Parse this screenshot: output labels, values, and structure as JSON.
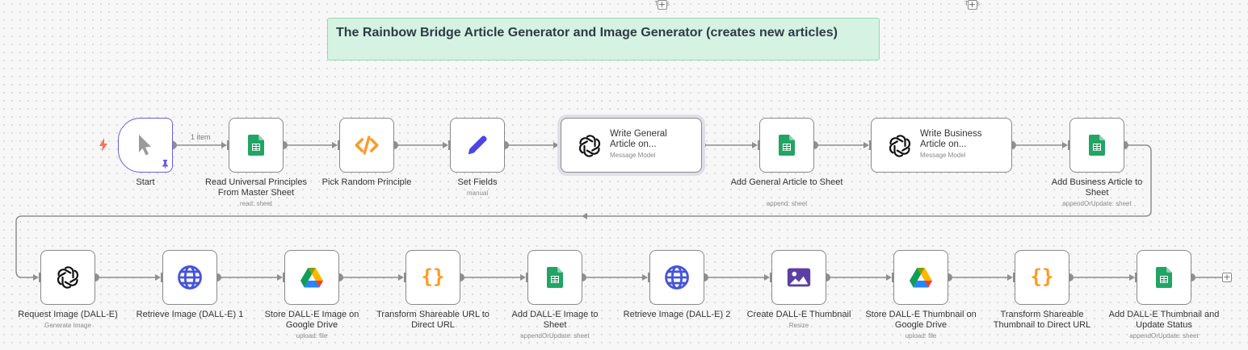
{
  "sticky_note": "The Rainbow Bridge Article Generator and Image Generator (creates new articles)",
  "connection_label": "1 item",
  "tools_label": "Tools",
  "colors": {
    "sheets_green": "#21a464",
    "code_orange": "#ff9921",
    "pen_blue": "#4e44e4",
    "globe_blue": "#4654d8",
    "image_purple": "#5b3fa5",
    "trigger_border": "#6e5ed9",
    "sticky_bg": "#d5f2e2"
  },
  "row1": [
    {
      "label": "Start",
      "sub": "",
      "icon": "cursor-icon"
    },
    {
      "label": "Read Universal Principles From Master Sheet",
      "sub": "read: sheet",
      "icon": "google-sheets-icon"
    },
    {
      "label": "Pick Random Principle",
      "sub": "",
      "icon": "code-icon"
    },
    {
      "label": "Set Fields",
      "sub": "manual",
      "icon": "pen-icon"
    },
    {
      "label": "Write General Article on...",
      "sub": "Message Model",
      "icon": "openai-icon"
    },
    {
      "label": "Add General Article to Sheet",
      "sub": "append: sheet",
      "icon": "google-sheets-icon"
    },
    {
      "label": "Write Business Article on...",
      "sub": "Message Model",
      "icon": "openai-icon"
    },
    {
      "label": "Add Business Article to Sheet",
      "sub": "appendOrUpdate: sheet",
      "icon": "google-sheets-icon"
    }
  ],
  "row2": [
    {
      "label": "Request Image (DALL-E)",
      "sub": "Generate Image",
      "icon": "openai-icon"
    },
    {
      "label": "Retrieve Image (DALL-E) 1",
      "sub": "",
      "icon": "globe-icon"
    },
    {
      "label": "Store DALL-E Image on Google Drive",
      "sub": "upload: file",
      "icon": "google-drive-icon"
    },
    {
      "label": "Transform Shareable URL to Direct URL",
      "sub": "",
      "icon": "braces-icon"
    },
    {
      "label": "Add DALL-E Image to Sheet",
      "sub": "appendOrUpdate: sheet",
      "icon": "google-sheets-icon"
    },
    {
      "label": "Retrieve Image (DALL-E) 2",
      "sub": "",
      "icon": "globe-icon"
    },
    {
      "label": "Create DALL-E Thumbnail",
      "sub": "Resize",
      "icon": "image-icon"
    },
    {
      "label": "Store DALL-E Thumbnail on Google Drive",
      "sub": "upload: file",
      "icon": "google-drive-icon"
    },
    {
      "label": "Transform Shareable Thumbnail to Direct URL",
      "sub": "",
      "icon": "braces-icon"
    },
    {
      "label": "Add DALL-E Thumbnail and Update Status",
      "sub": "appendOrUpdate: sheet",
      "icon": "google-sheets-icon"
    }
  ]
}
